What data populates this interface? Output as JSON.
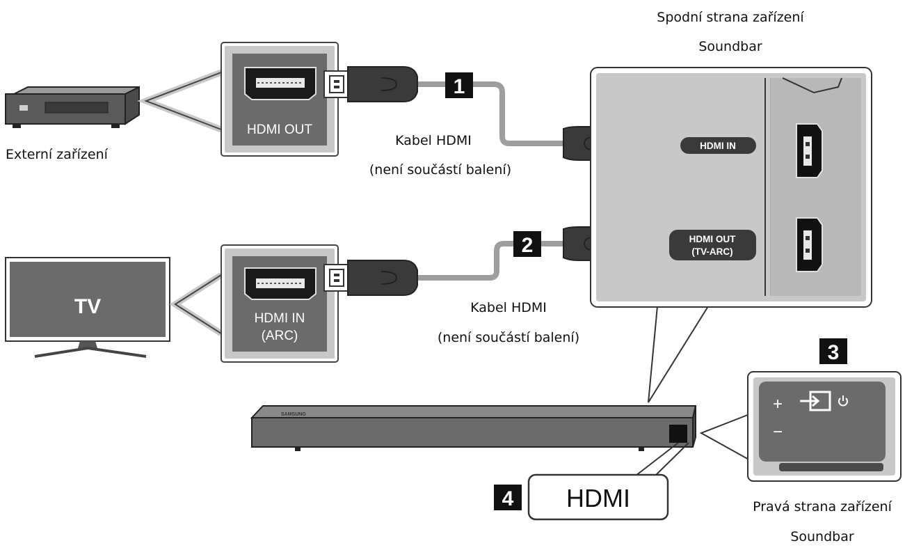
{
  "labels": {
    "external_device": "Externí zařízení",
    "bottom_side_line1": "Spodní strana zařízení",
    "bottom_side_line2": "Soundbar",
    "right_side_line1": "Pravá strana zařízení",
    "right_side_line2": "Soundbar"
  },
  "cables": [
    {
      "number": "1",
      "name": "Kabel HDMI",
      "note": "(není součástí balení)"
    },
    {
      "number": "2",
      "name": "Kabel HDMI",
      "note": "(není součástí balení)"
    }
  ],
  "ports": {
    "external_out": "HDMI OUT",
    "tv_in_line1": "HDMI IN",
    "tv_in_line2": "(ARC)",
    "soundbar_in": "HDMI IN",
    "soundbar_out_line1": "HDMI OUT",
    "soundbar_out_line2": "(TV-ARC)"
  },
  "tv_label": "TV",
  "brand": "SAMSUNG",
  "step3": {
    "number": "3",
    "buttons": [
      "+",
      "−"
    ]
  },
  "step4": {
    "number": "4",
    "label": "HDMI"
  },
  "colors": {
    "panel_gray": "#6b6b6b",
    "panel_light": "#c8c8c8",
    "cable_gray": "#9e9e9e",
    "connector_dark": "#3a3a3a",
    "badge_black": "#111111"
  }
}
